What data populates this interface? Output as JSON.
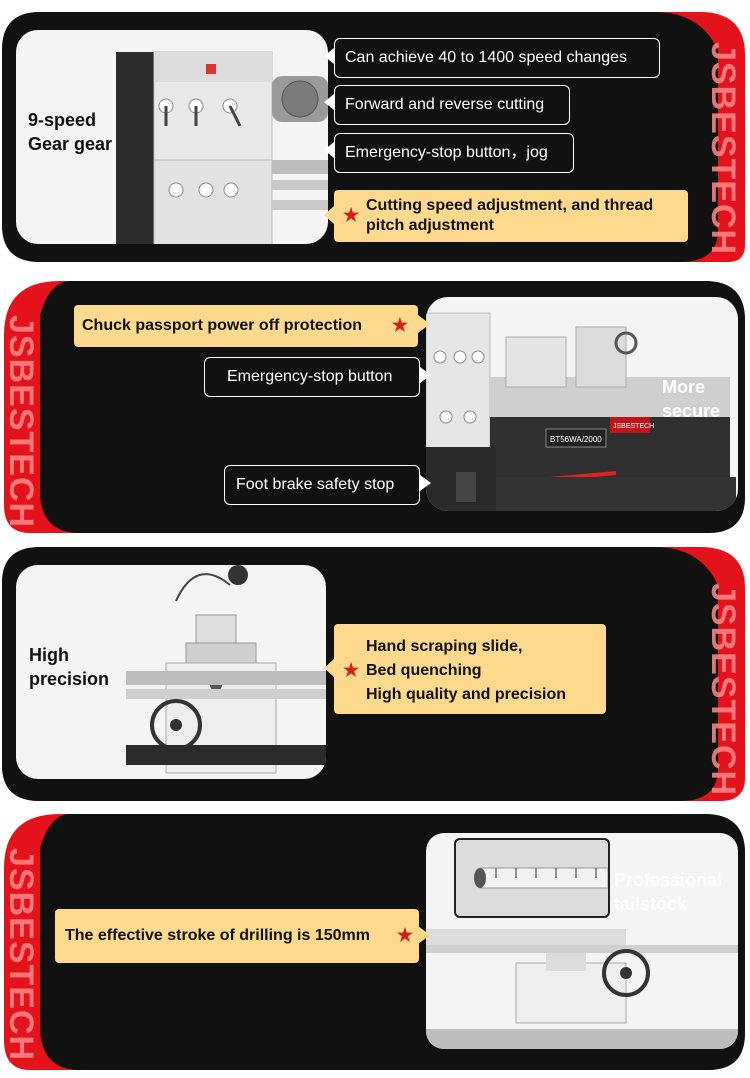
{
  "brand": "JSBESTECH",
  "colors": {
    "accent_red": "#e4131b",
    "panel_black": "#111111",
    "highlight": "#fcd98c",
    "star": "#d81c1c"
  },
  "section1": {
    "side_label": [
      "9-speed",
      "Gear gear"
    ],
    "features": [
      "Can achieve 40 to 1400 speed changes",
      "Forward and reverse cutting",
      "Emergency-stop button，jog"
    ],
    "highlight": [
      "Cutting speed adjustment, and thread",
      "pitch adjustment"
    ]
  },
  "section2": {
    "highlight": "Chuck passport power off protection",
    "features": [
      "Emergency-stop button",
      "Foot brake safety stop"
    ],
    "side_label": [
      "More",
      "secure"
    ],
    "machine_plate": "BT56WA/2000",
    "machine_logo": "JSBESTECH"
  },
  "section3": {
    "side_label": [
      "High",
      "precision"
    ],
    "highlight": [
      "Hand scraping slide,",
      "Bed quenching",
      "High quality and precision"
    ]
  },
  "section4": {
    "highlight": "The effective stroke of drilling is 150mm",
    "side_label": [
      "Professional",
      "tailstock"
    ]
  }
}
